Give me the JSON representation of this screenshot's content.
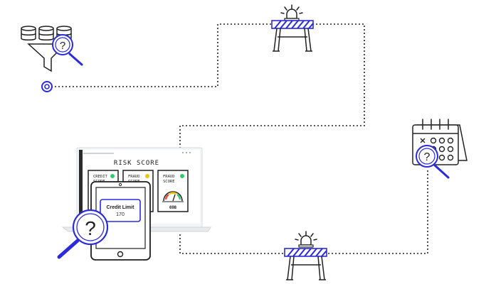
{
  "colors": {
    "ink": "#222222",
    "accent": "#2b2bd9",
    "card_border": "#1e1e1e",
    "screen_gray": "#e6e8ec",
    "status_green": "#2ecc71",
    "status_yellow": "#f1c40f",
    "status_red": "#e74c3c"
  },
  "icons": {
    "data_funnel": "database-funnel-icon",
    "calendar": "calendar-icon",
    "barrier": "road-barrier-icon",
    "magnifier": "magnifier-question-icon"
  },
  "dashboard": {
    "title": "RISK SCORE",
    "cards": [
      {
        "line1": "CREDIT",
        "line2": "SCORE",
        "status": "green"
      },
      {
        "line1": "FRAUD",
        "line2": "SCORE",
        "status": "yellow"
      },
      {
        "line1": "FRAUD",
        "line2": "SCORE",
        "status": "green",
        "gauge_value": "698"
      }
    ]
  },
  "tablet": {
    "label": "Credit Limit",
    "value": "170"
  },
  "question_mark": "?"
}
